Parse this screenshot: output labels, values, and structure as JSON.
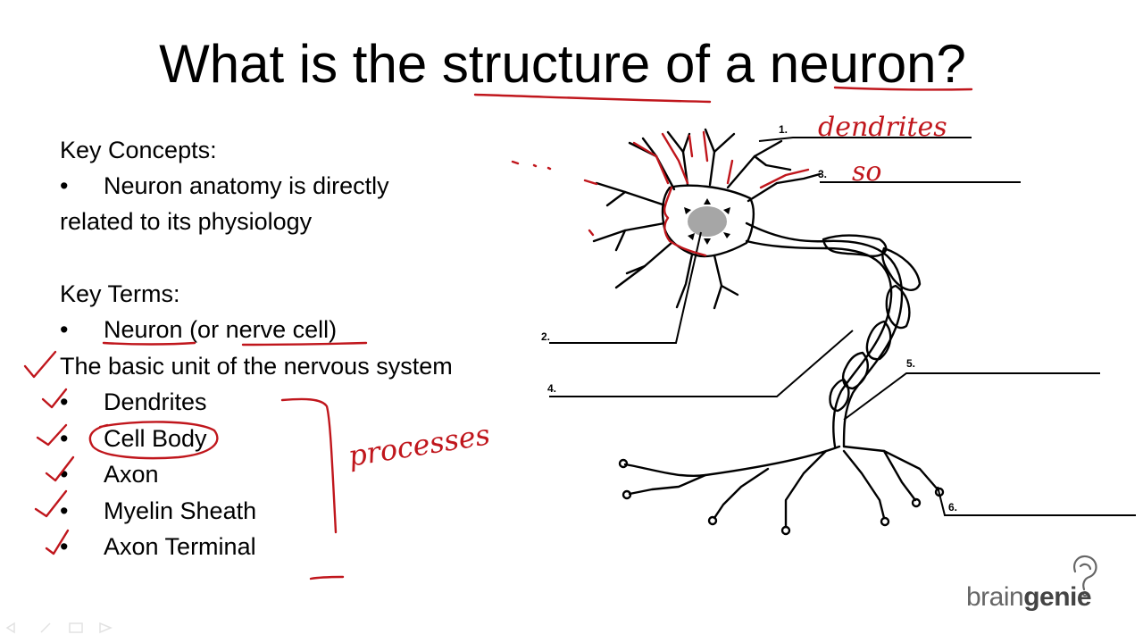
{
  "slide": {
    "title": "What is the structure of a neuron?",
    "key_concepts_heading": "Key Concepts:",
    "concept_line1": "Neuron anatomy is directly",
    "concept_line2": "related to its physiology",
    "key_terms_heading": "Key Terms:",
    "term_neuron": "Neuron",
    "term_or": " (or ",
    "term_nerve": "nerve cell",
    "term_close": ")",
    "definition": "The basic unit of the nervous system",
    "terms": [
      "Dendrites",
      "Cell Body",
      "Axon",
      "Myelin Sheath",
      "Axon Terminal"
    ],
    "bullet_char": "•"
  },
  "diagram": {
    "labels": [
      "1.",
      "2.",
      "3.",
      "4.",
      "5.",
      "6."
    ]
  },
  "annotations": {
    "dendrites": "dendrites",
    "soma": "so",
    "processes": "processes"
  },
  "logo": {
    "brain": "brain",
    "genie": "genie"
  },
  "colors": {
    "ink_red": "#c0161c",
    "text": "#000000",
    "soma_gray": "#a6a6a6",
    "logo_gray": "#666666"
  }
}
